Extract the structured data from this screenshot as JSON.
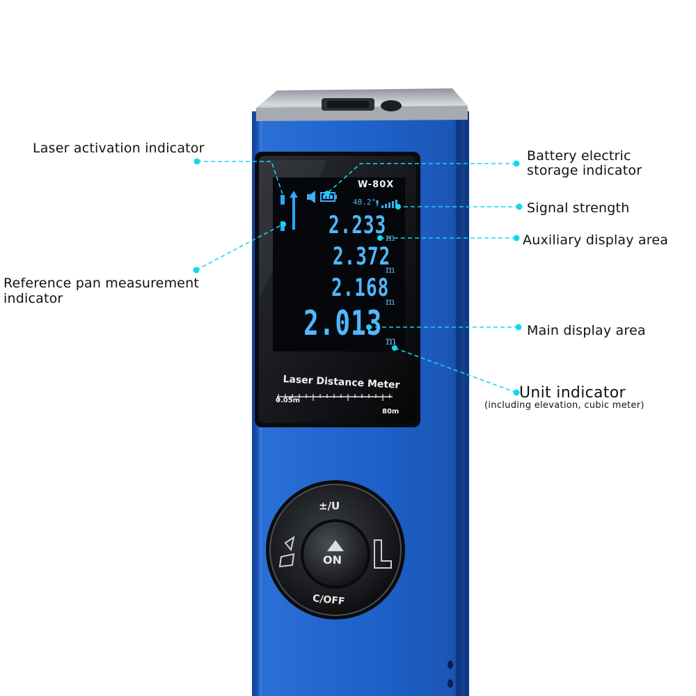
{
  "callouts": {
    "laser_activation": "Laser activation indicator",
    "reference_pan_line1": "Reference pan measurement",
    "reference_pan_line2": "indicator",
    "battery_line1": "Battery electric",
    "battery_line2": "storage indicator",
    "signal": "Signal strength",
    "auxiliary": "Auxiliary display area",
    "main_display": "Main display area",
    "unit": "Unit indicator",
    "unit_sub": "(including elevation, cubic meter)"
  },
  "device": {
    "model": "W-80X",
    "temperature": "48.2°",
    "readings": [
      "2.233",
      "2.372",
      "2.168"
    ],
    "main_reading": "2.013",
    "unit": "m",
    "panel_title": "Laser Distance Meter",
    "range_min": "0.05m",
    "range_max": "80m",
    "button_top": "±/U",
    "button_center": "ON",
    "button_bottom": "C/OFF"
  },
  "colors": {
    "body_blue": "#1f5fc4",
    "lcd_blue": "#4fb8ff",
    "callout_cyan": "#16d6ef"
  }
}
